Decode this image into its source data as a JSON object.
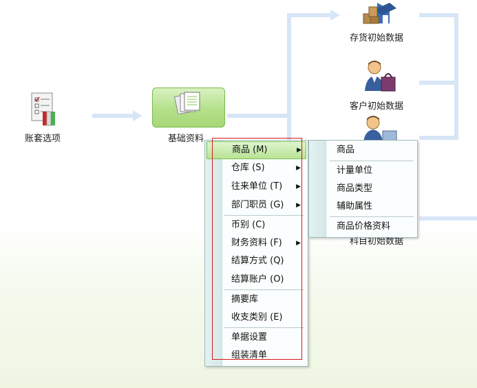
{
  "flowchart": {
    "start_node": {
      "label": "账套选项",
      "icon": "document-checklist-icon"
    },
    "center_node": {
      "label": "基础资料",
      "icon": "documents-stack-icon"
    },
    "right_nodes": [
      {
        "label": "存货初始数据",
        "icon": "warehouse-boxes-icon"
      },
      {
        "label": "客户初始数据",
        "icon": "customer-shopping-bag-icon"
      },
      {
        "label": "科目初始数据",
        "icon": "accountant-icon"
      }
    ],
    "connector_color": "#d7e6f6"
  },
  "context_menu": {
    "items": [
      {
        "label": "商品 (M)",
        "submenu": true,
        "active": true
      },
      {
        "label": "仓库 (S)",
        "submenu": true
      },
      {
        "label": "往来单位 (T)",
        "submenu": true
      },
      {
        "label": "部门职员 (G)",
        "submenu": true
      },
      {
        "label": "币别 (C)",
        "submenu": false
      },
      {
        "label": "财务资料 (F)",
        "submenu": true
      },
      {
        "label": "结算方式 (Q)",
        "submenu": false
      },
      {
        "label": "结算账户 (O)",
        "submenu": false
      },
      {
        "label": "摘要库",
        "submenu": false
      },
      {
        "label": "收支类别 (E)",
        "submenu": false
      },
      {
        "label": "单据设置",
        "submenu": false
      },
      {
        "label": "组装清单",
        "submenu": false
      }
    ],
    "arrow_glyph": "▶"
  },
  "submenu": {
    "items": [
      {
        "label": "商品"
      },
      {
        "label": "计量单位"
      },
      {
        "label": "商品类型"
      },
      {
        "label": "辅助属性"
      },
      {
        "label": "商品价格资料"
      }
    ]
  },
  "colors": {
    "highlight": "#b8e394",
    "annotation_box": "#d9141a",
    "center_node_fill": "#b4e08a"
  }
}
